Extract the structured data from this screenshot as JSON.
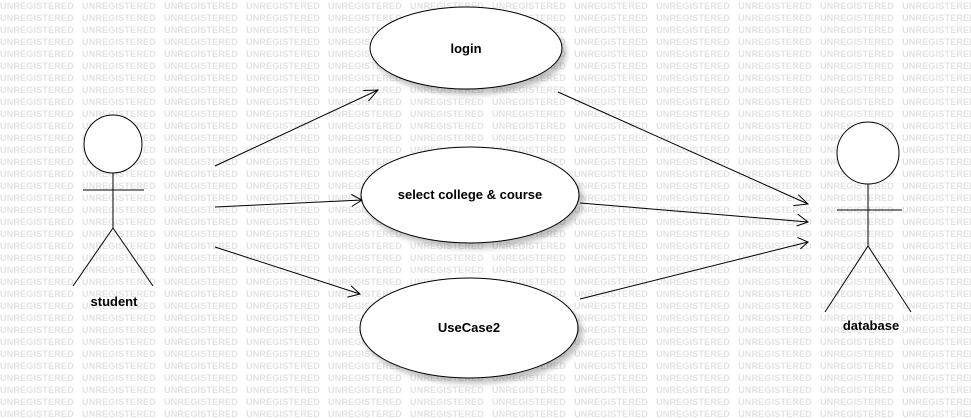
{
  "watermark": {
    "word": "UNREGISTERED"
  },
  "actors": {
    "student": {
      "label": "student"
    },
    "database": {
      "label": "database"
    }
  },
  "use_cases": {
    "login": {
      "label": "login"
    },
    "select_college": {
      "label": "select college & course"
    },
    "usecase2": {
      "label": "UseCase2"
    }
  },
  "colors": {
    "stroke": "#000000",
    "fill": "#ffffff",
    "watermark": "#e2e2e2"
  }
}
